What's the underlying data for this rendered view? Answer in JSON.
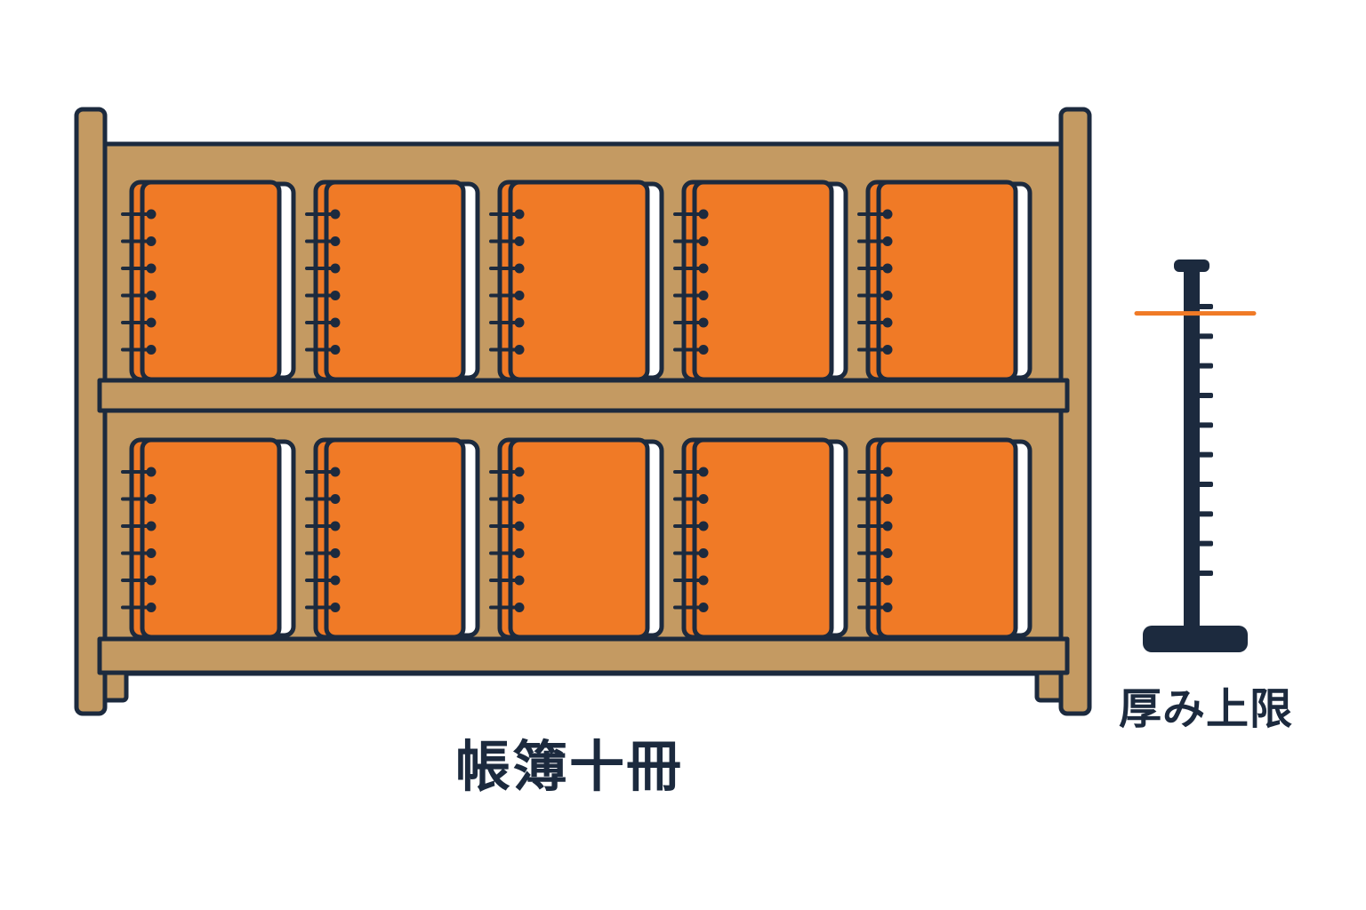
{
  "labels": {
    "shelf_caption": "帳簿十冊",
    "gauge_caption": "厚み上限"
  },
  "shelf": {
    "rows": 2,
    "notebooks_per_row": 5,
    "notebook_count": 10
  },
  "gauge": {
    "tick_count": 10,
    "limit_marker_level": 0.87
  },
  "colors": {
    "outline": "#1c2a3e",
    "wood": "#c49a62",
    "notebook_cover": "#f07a26",
    "pages": "#ffffff",
    "limit_marker": "#f07a26",
    "background": "#ffffff"
  }
}
